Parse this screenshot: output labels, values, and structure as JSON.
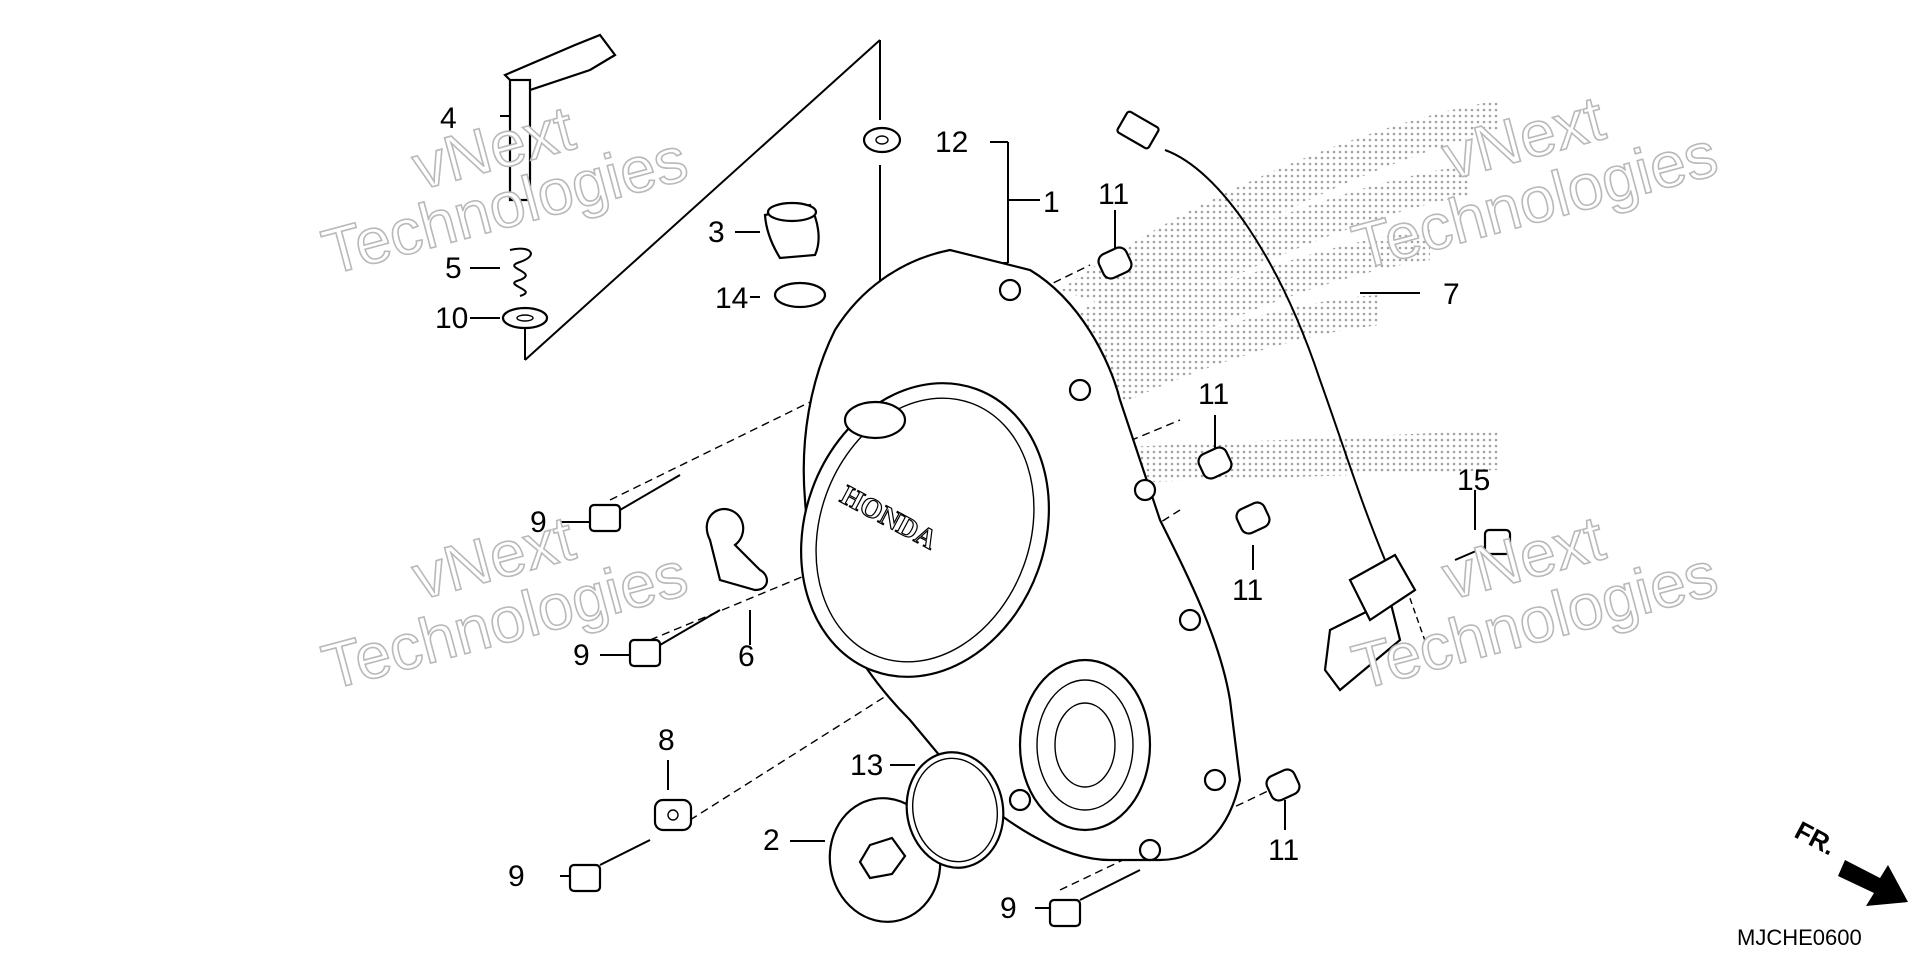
{
  "diagram": {
    "callouts": [
      {
        "id": "c1",
        "label": "1"
      },
      {
        "id": "c2",
        "label": "2"
      },
      {
        "id": "c3",
        "label": "3"
      },
      {
        "id": "c4",
        "label": "4"
      },
      {
        "id": "c5",
        "label": "5"
      },
      {
        "id": "c6",
        "label": "6"
      },
      {
        "id": "c7",
        "label": "7"
      },
      {
        "id": "c8",
        "label": "8"
      },
      {
        "id": "c9a",
        "label": "9"
      },
      {
        "id": "c9b",
        "label": "9"
      },
      {
        "id": "c9c",
        "label": "9"
      },
      {
        "id": "c9d",
        "label": "9"
      },
      {
        "id": "c10",
        "label": "10"
      },
      {
        "id": "c11a",
        "label": "11"
      },
      {
        "id": "c11b",
        "label": "11"
      },
      {
        "id": "c11c",
        "label": "11"
      },
      {
        "id": "c11d",
        "label": "11"
      },
      {
        "id": "c12",
        "label": "12"
      },
      {
        "id": "c13",
        "label": "13"
      },
      {
        "id": "c14",
        "label": "14"
      },
      {
        "id": "c15",
        "label": "15"
      }
    ],
    "cover_brand": "HONDA",
    "direction_label": "FR.",
    "diagram_code": "MJCHE0600",
    "watermark": {
      "line1": "vNext",
      "line2": "Technologies"
    }
  }
}
